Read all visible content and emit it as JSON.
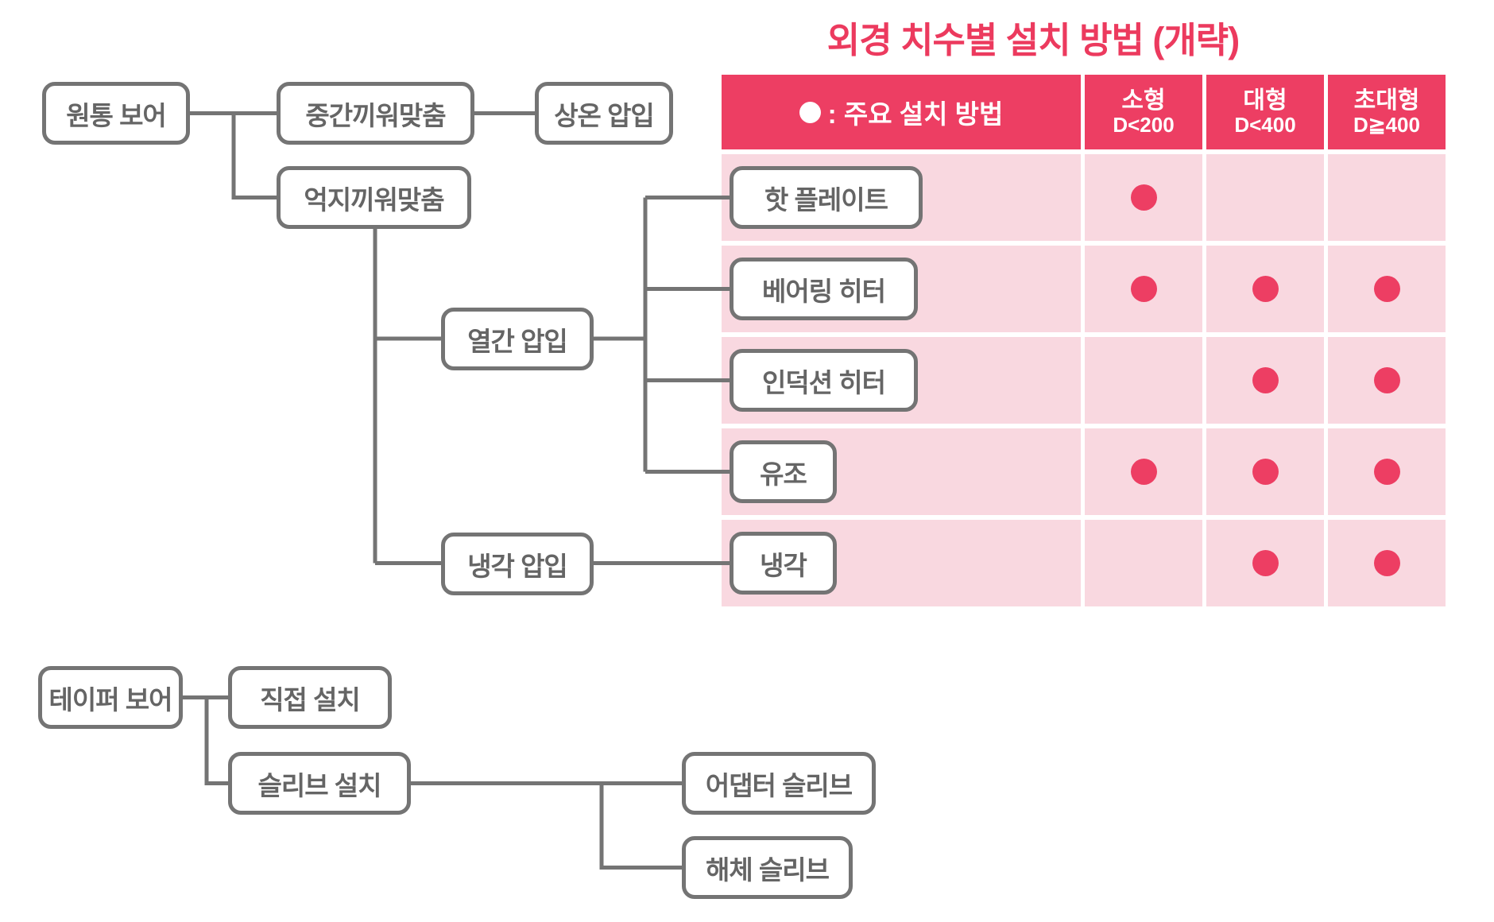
{
  "title": "외경 치수별 설치 방법 (개략)",
  "colors": {
    "accent_pink": "#ed3e63",
    "title_pink": "#ec3a5e",
    "row_light_pink": "#f9d8e0",
    "line_gray": "#747474",
    "node_text_gray": "#656565"
  },
  "table": {
    "legend_marker": "●",
    "legend_text": ": 주요 설치 방법",
    "columns": [
      {
        "label": "소형",
        "range": "D<200"
      },
      {
        "label": "대형",
        "range": "D<400"
      },
      {
        "label": "초대형",
        "range": "D≧400"
      }
    ],
    "rows": [
      {
        "label": "핫 플레이트",
        "dots": [
          1,
          0,
          0
        ]
      },
      {
        "label": "베어링 히터",
        "dots": [
          1,
          1,
          1
        ]
      },
      {
        "label": "인덕션 히터",
        "dots": [
          0,
          1,
          1
        ]
      },
      {
        "label": "유조",
        "dots": [
          1,
          1,
          1
        ]
      },
      {
        "label": "냉각",
        "dots": [
          0,
          1,
          1
        ]
      }
    ]
  },
  "cylindrical_bore_tree": {
    "root": "원통 보어",
    "transition_fit": "중간끼워맞춤",
    "room_temp_press_fit": "상온 압입",
    "interference_fit": "억지끼워맞춤",
    "hot_press_fit": "열간 압입",
    "cold_press_fit": "냉각 압입"
  },
  "tapered_bore_tree": {
    "root": "테이퍼 보어",
    "direct_mount": "직접 설치",
    "sleeve_mount": "슬리브 설치",
    "adapter_sleeve": "어댑터 슬리브",
    "withdrawal_sleeve": "해체 슬리브"
  }
}
